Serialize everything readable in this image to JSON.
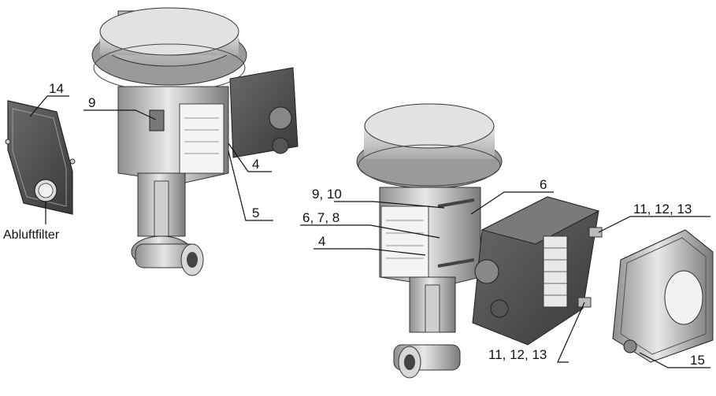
{
  "diagram": {
    "left_assembly": {
      "callouts": [
        "14",
        "9",
        "4",
        "5"
      ],
      "filter_label": "Abluftfilter"
    },
    "right_assembly": {
      "callouts": [
        "6",
        "9, 10",
        "6, 7, 8",
        "4",
        "11, 12, 13",
        "11, 12, 13",
        "15"
      ]
    }
  }
}
